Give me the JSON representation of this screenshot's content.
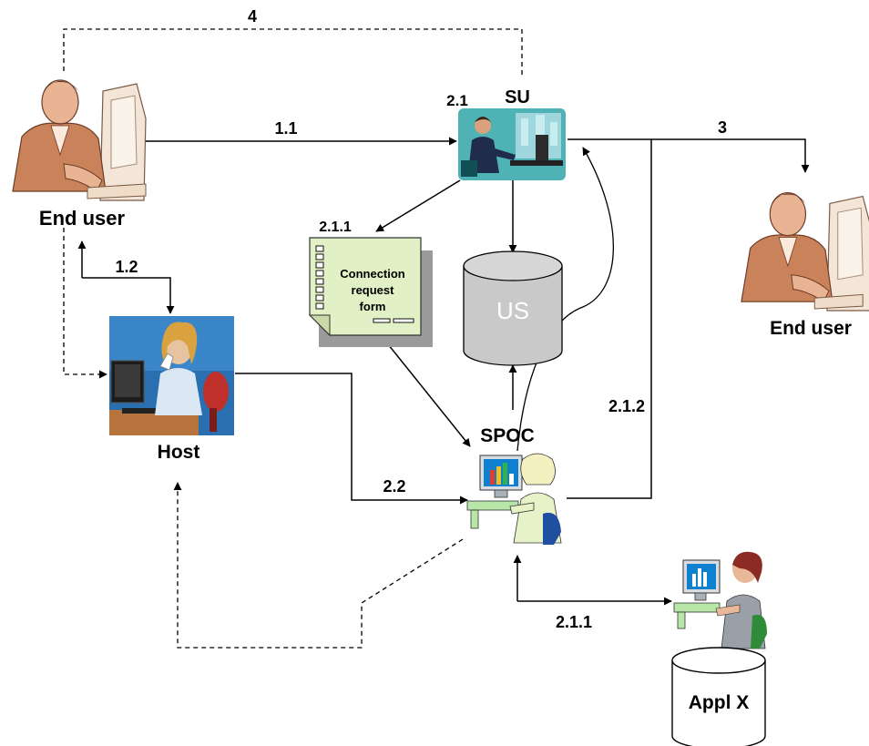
{
  "nodes": {
    "end_user_left": {
      "label": "End user",
      "icon": "man-at-computer-icon"
    },
    "su": {
      "label": "SU",
      "step": "2.1",
      "icon": "man-at-desk-photo-icon"
    },
    "end_user_right": {
      "label": "End user",
      "icon": "man-at-computer-icon"
    },
    "form": {
      "step": "2.1.1",
      "line1": "Connection",
      "line2": "request",
      "line3": "form",
      "icon": "document-icon"
    },
    "us": {
      "label": "US",
      "icon": "database-cylinder-icon"
    },
    "host": {
      "label": "Host",
      "icon": "woman-on-phone-photo-icon"
    },
    "spoc": {
      "label": "SPOC",
      "icon": "woman-at-computer-icon"
    },
    "appl_x": {
      "label": "Appl X",
      "icon": "database-cylinder-icon"
    },
    "appl_x_user": {
      "icon": "woman-at-computer-icon"
    }
  },
  "edges": {
    "e4": "4",
    "e1_1": "1.1",
    "e3": "3",
    "e1_2": "1.2",
    "e2_2": "2.2",
    "e2_1_2": "2.1.2",
    "e2_1_1_bottom": "2.1.1"
  },
  "colors": {
    "line": "#000000",
    "form_fill": "#e2f0c6",
    "form_shadow": "#9a9a9a",
    "us_fill": "#c9c9c9",
    "su_bg": "#4fb3b5",
    "host_bg": "#2a6fb0"
  }
}
